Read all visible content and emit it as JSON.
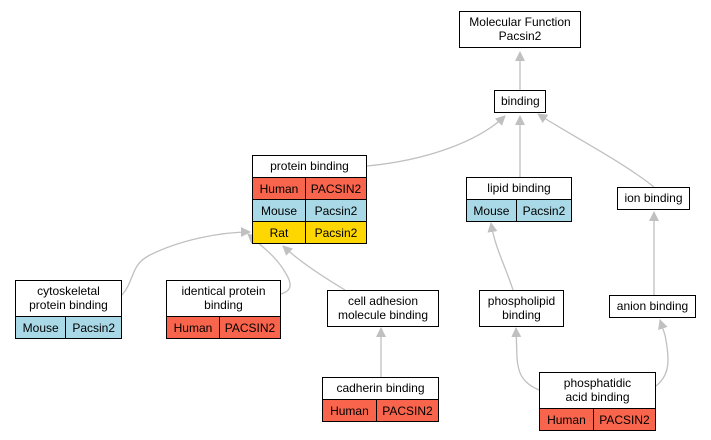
{
  "nodes": {
    "mf": {
      "title": "Molecular Function\nPacsin2",
      "rows": []
    },
    "binding": {
      "title": "binding",
      "rows": []
    },
    "protein": {
      "title": "protein binding",
      "rows": [
        {
          "species": "Human",
          "gene": "PACSIN2",
          "color": "#f8644c"
        },
        {
          "species": "Mouse",
          "gene": "Pacsin2",
          "color": "#a9d8e6"
        },
        {
          "species": "Rat",
          "gene": "Pacsin2",
          "color": "#ffd700"
        }
      ]
    },
    "lipid": {
      "title": "lipid binding",
      "rows": [
        {
          "species": "Mouse",
          "gene": "Pacsin2",
          "color": "#a9d8e6"
        }
      ]
    },
    "ion": {
      "title": "ion binding",
      "rows": []
    },
    "cyto": {
      "title": "cytoskeletal\nprotein binding",
      "rows": [
        {
          "species": "Mouse",
          "gene": "Pacsin2",
          "color": "#a9d8e6"
        }
      ]
    },
    "identical": {
      "title": "identical protein\nbinding",
      "rows": [
        {
          "species": "Human",
          "gene": "PACSIN2",
          "color": "#f8644c"
        }
      ]
    },
    "celladh": {
      "title": "cell adhesion\nmolecule binding",
      "rows": []
    },
    "phospholipid": {
      "title": "phospholipid\nbinding",
      "rows": []
    },
    "anion": {
      "title": "anion binding",
      "rows": []
    },
    "cadherin": {
      "title": "cadherin binding",
      "rows": [
        {
          "species": "Human",
          "gene": "PACSIN2",
          "color": "#f8644c"
        }
      ]
    },
    "phosphatidic": {
      "title": "phosphatidic\nacid binding",
      "rows": [
        {
          "species": "Human",
          "gene": "PACSIN2",
          "color": "#f8644c"
        }
      ]
    }
  },
  "edge_color": "#c0c0c0"
}
